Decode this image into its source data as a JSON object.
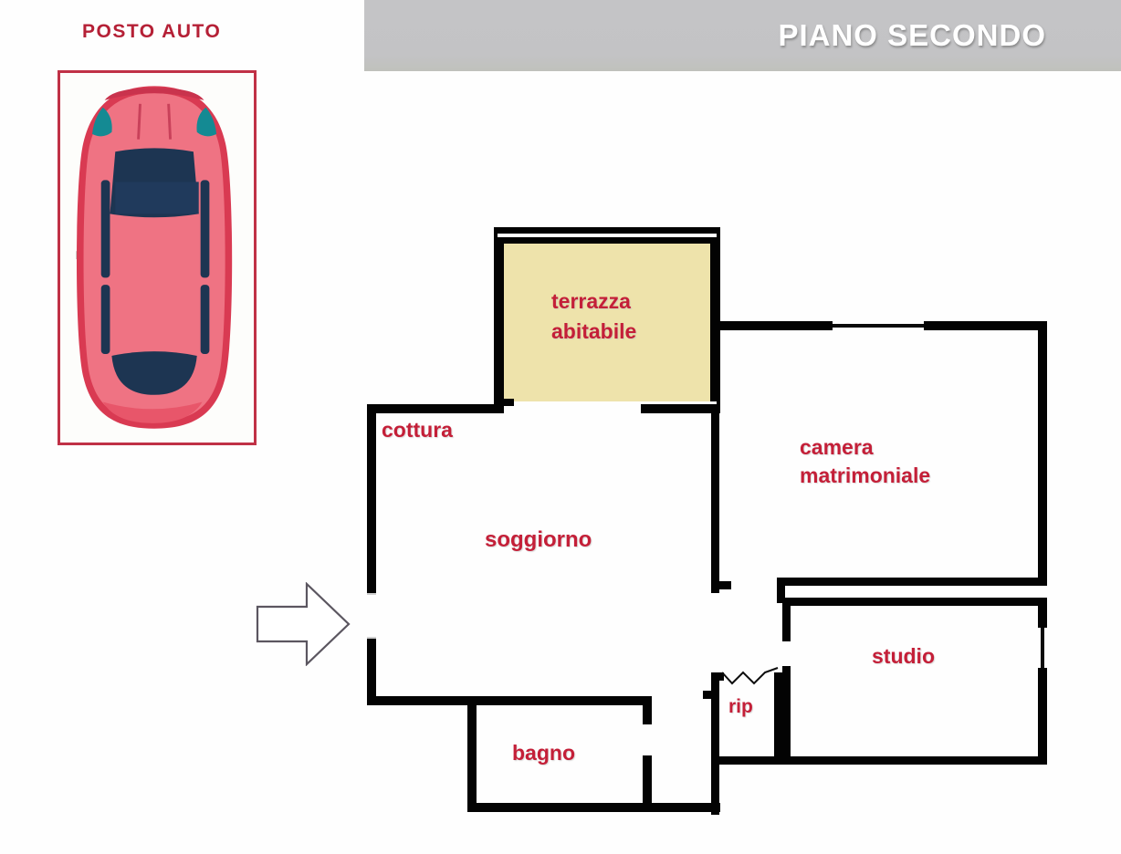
{
  "header": {
    "title": "PIANO SECONDO",
    "bar_color": "#c4c4c6",
    "text_color": "#ffffff"
  },
  "parking": {
    "title": "POSTO AUTO",
    "title_color": "#b52036",
    "box_border_color": "#c03146",
    "icon": "car-top-view",
    "car_body_color": "#e8566a",
    "car_roof_color": "#1d3552",
    "car_outline_color": "#d93a52"
  },
  "floorplan": {
    "wall_color": "#030303",
    "label_color": "#c41f38",
    "terrace_fill": "#eee3ab",
    "entrance_marker": "right-arrow",
    "rooms": [
      {
        "key": "terrazza",
        "label": "terrazza\nabitabile",
        "line1": "terrazza",
        "line2": "abitabile",
        "type": "terrace"
      },
      {
        "key": "cottura",
        "label": "cottura",
        "type": "kitchen"
      },
      {
        "key": "soggiorno",
        "label": "soggiorno",
        "type": "living"
      },
      {
        "key": "camera",
        "label": "camera\nmatrimoniale",
        "line1": "camera",
        "line2": "matrimoniale",
        "type": "bedroom"
      },
      {
        "key": "studio",
        "label": "studio",
        "type": "study"
      },
      {
        "key": "rip",
        "label": "rip",
        "type": "closet"
      },
      {
        "key": "bagno",
        "label": "bagno",
        "type": "bathroom"
      }
    ]
  }
}
